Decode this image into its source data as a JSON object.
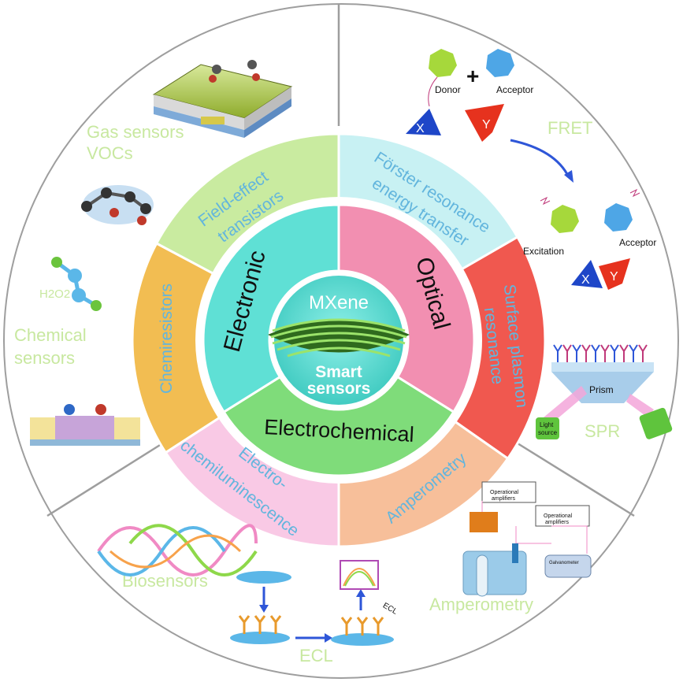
{
  "center": {
    "title": "MXene",
    "subtitle_line1": "Smart",
    "subtitle_line2": "sensors"
  },
  "categories": {
    "electronic": "Electronic",
    "optical": "Optical",
    "electrochemical": "Electrochemical"
  },
  "techniques": {
    "fet_line1": "Field-effect",
    "fet_line2": "transistors",
    "fret_line1": "Förster resonance",
    "fret_line2": "energy transfer",
    "spr_line1": "Surface plasmon",
    "spr_line2": "resonance",
    "amperometry": "Amperometry",
    "ecl_line1": "Electro-",
    "ecl_line2": "chemiluminescence",
    "chemiresistors": "Chemiresistors"
  },
  "applications": {
    "gas_line1": "Gas sensors",
    "gas_line2": "VOCs",
    "chem_line1": "Chemical",
    "chem_line2": "sensors",
    "h2o2": "H2O2",
    "fret": "FRET",
    "spr": "SPR",
    "biosensors": "Biosensors",
    "ecl": "ECL",
    "amperometry": "Amperometry"
  },
  "fret_scheme": {
    "donor": "Donor",
    "acceptor": "Acceptor",
    "excitation": "Excitation",
    "acceptor2": "Acceptor",
    "x": "X",
    "y": "Y",
    "plus": "+"
  },
  "spr_scheme": {
    "prism": "Prism",
    "light_source_line1": "Light",
    "light_source_line2": "source"
  },
  "ecl_scheme": {
    "ecl_tag": "ECL"
  },
  "amperometry_scheme": {
    "op_amp_line1": "Operational",
    "op_amp_line2": "amplifiers",
    "galvanometer": "Galvanometer"
  },
  "colors": {
    "fet": "#c9eba0",
    "fret": "#c8f1f3",
    "spr": "#f0584f",
    "amperometry": "#f7bf9a",
    "ecl": "#f9c9e5",
    "chemiresistors": "#f2bd52",
    "electronic": "#5fe0d5",
    "optical": "#f28fb1",
    "electrochemical": "#7fdc7a",
    "label_green": "#c8e8a0",
    "label_blue": "#62b5dd"
  }
}
